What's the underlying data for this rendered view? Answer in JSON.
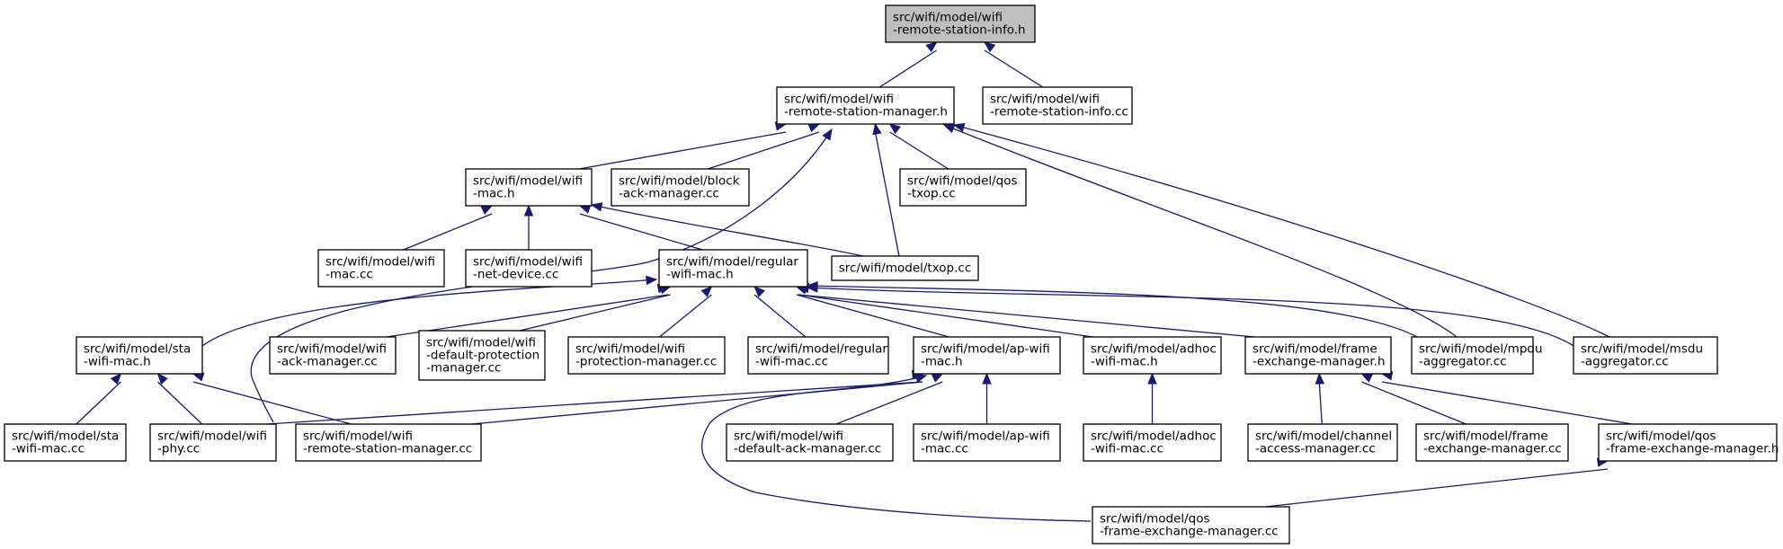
{
  "diagram": {
    "type": "include-dependency-graph",
    "nodes": [
      {
        "id": "info_h",
        "lines": [
          "src/wifi/model/wifi",
          "-remote-station-info.h"
        ],
        "root": true
      },
      {
        "id": "rsm_h",
        "lines": [
          "src/wifi/model/wifi",
          "-remote-station-manager.h"
        ]
      },
      {
        "id": "info_cc",
        "lines": [
          "src/wifi/model/wifi",
          "-remote-station-info.cc"
        ]
      },
      {
        "id": "wifimac_h",
        "lines": [
          "src/wifi/model/wifi",
          "-mac.h"
        ]
      },
      {
        "id": "baman_cc",
        "lines": [
          "src/wifi/model/block",
          "-ack-manager.cc"
        ]
      },
      {
        "id": "qostxop_cc",
        "lines": [
          "src/wifi/model/qos",
          "-txop.cc"
        ]
      },
      {
        "id": "wifimac_cc",
        "lines": [
          "src/wifi/model/wifi",
          "-mac.cc"
        ]
      },
      {
        "id": "netdev_cc",
        "lines": [
          "src/wifi/model/wifi",
          "-net-device.cc"
        ]
      },
      {
        "id": "regmac_h",
        "lines": [
          "src/wifi/model/regular",
          "-wifi-mac.h"
        ]
      },
      {
        "id": "txop_cc",
        "lines": [
          "src/wifi/model/txop.cc"
        ]
      },
      {
        "id": "stamac_h",
        "lines": [
          "src/wifi/model/sta",
          "-wifi-mac.h"
        ]
      },
      {
        "id": "ackman_cc",
        "lines": [
          "src/wifi/model/wifi",
          "-ack-manager.cc"
        ]
      },
      {
        "id": "defprot_cc",
        "lines": [
          "src/wifi/model/wifi",
          "-default-protection",
          "-manager.cc"
        ]
      },
      {
        "id": "protman_cc",
        "lines": [
          "src/wifi/model/wifi",
          "-protection-manager.cc"
        ]
      },
      {
        "id": "regmac_cc",
        "lines": [
          "src/wifi/model/regular",
          "-wifi-mac.cc"
        ]
      },
      {
        "id": "apmac_h",
        "lines": [
          "src/wifi/model/ap-wifi",
          "-mac.h"
        ]
      },
      {
        "id": "adhocmac_h",
        "lines": [
          "src/wifi/model/adhoc",
          "-wifi-mac.h"
        ]
      },
      {
        "id": "fem_h",
        "lines": [
          "src/wifi/model/frame",
          "-exchange-manager.h"
        ]
      },
      {
        "id": "mpdu_cc",
        "lines": [
          "src/wifi/model/mpdu",
          "-aggregator.cc"
        ]
      },
      {
        "id": "msdu_cc",
        "lines": [
          "src/wifi/model/msdu",
          "-aggregator.cc"
        ]
      },
      {
        "id": "stamac_cc",
        "lines": [
          "src/wifi/model/sta",
          "-wifi-mac.cc"
        ]
      },
      {
        "id": "phy_cc",
        "lines": [
          "src/wifi/model/wifi",
          "-phy.cc"
        ]
      },
      {
        "id": "rsm_cc",
        "lines": [
          "src/wifi/model/wifi",
          "-remote-station-manager.cc"
        ]
      },
      {
        "id": "defack_cc",
        "lines": [
          "src/wifi/model/wifi",
          "-default-ack-manager.cc"
        ]
      },
      {
        "id": "apmac_cc",
        "lines": [
          "src/wifi/model/ap-wifi",
          "-mac.cc"
        ]
      },
      {
        "id": "adhocmac_cc",
        "lines": [
          "src/wifi/model/adhoc",
          "-wifi-mac.cc"
        ]
      },
      {
        "id": "chaccess_cc",
        "lines": [
          "src/wifi/model/channel",
          "-access-manager.cc"
        ]
      },
      {
        "id": "fem_cc",
        "lines": [
          "src/wifi/model/frame",
          "-exchange-manager.cc"
        ]
      },
      {
        "id": "qosfem_h",
        "lines": [
          "src/wifi/model/qos",
          "-frame-exchange-manager.h"
        ]
      },
      {
        "id": "qosfem_cc",
        "lines": [
          "src/wifi/model/qos",
          "-frame-exchange-manager.cc"
        ]
      }
    ],
    "edges": [
      {
        "from": "info_h",
        "to": "rsm_h"
      },
      {
        "from": "info_h",
        "to": "info_cc"
      },
      {
        "from": "rsm_h",
        "to": "wifimac_h"
      },
      {
        "from": "rsm_h",
        "to": "baman_cc"
      },
      {
        "from": "rsm_h",
        "to": "qostxop_cc"
      },
      {
        "from": "rsm_h",
        "to": "rsm_cc"
      },
      {
        "from": "rsm_h",
        "to": "txop_cc"
      },
      {
        "from": "rsm_h",
        "to": "mpdu_cc"
      },
      {
        "from": "rsm_h",
        "to": "msdu_cc"
      },
      {
        "from": "wifimac_h",
        "to": "wifimac_cc"
      },
      {
        "from": "wifimac_h",
        "to": "netdev_cc"
      },
      {
        "from": "wifimac_h",
        "to": "regmac_h"
      },
      {
        "from": "wifimac_h",
        "to": "txop_cc"
      },
      {
        "from": "regmac_h",
        "to": "stamac_h"
      },
      {
        "from": "regmac_h",
        "to": "ackman_cc"
      },
      {
        "from": "regmac_h",
        "to": "defprot_cc"
      },
      {
        "from": "regmac_h",
        "to": "protman_cc"
      },
      {
        "from": "regmac_h",
        "to": "regmac_cc"
      },
      {
        "from": "regmac_h",
        "to": "apmac_h"
      },
      {
        "from": "regmac_h",
        "to": "adhocmac_h"
      },
      {
        "from": "regmac_h",
        "to": "fem_h"
      },
      {
        "from": "regmac_h",
        "to": "mpdu_cc"
      },
      {
        "from": "regmac_h",
        "to": "msdu_cc"
      },
      {
        "from": "stamac_h",
        "to": "stamac_cc"
      },
      {
        "from": "stamac_h",
        "to": "phy_cc"
      },
      {
        "from": "stamac_h",
        "to": "rsm_cc"
      },
      {
        "from": "apmac_h",
        "to": "phy_cc"
      },
      {
        "from": "apmac_h",
        "to": "rsm_cc"
      },
      {
        "from": "apmac_h",
        "to": "defack_cc"
      },
      {
        "from": "apmac_h",
        "to": "apmac_cc"
      },
      {
        "from": "apmac_h",
        "to": "qosfem_cc"
      },
      {
        "from": "adhocmac_h",
        "to": "adhocmac_cc"
      },
      {
        "from": "fem_h",
        "to": "chaccess_cc"
      },
      {
        "from": "fem_h",
        "to": "fem_cc"
      },
      {
        "from": "fem_h",
        "to": "qosfem_h"
      },
      {
        "from": "qosfem_h",
        "to": "qosfem_cc"
      }
    ]
  }
}
